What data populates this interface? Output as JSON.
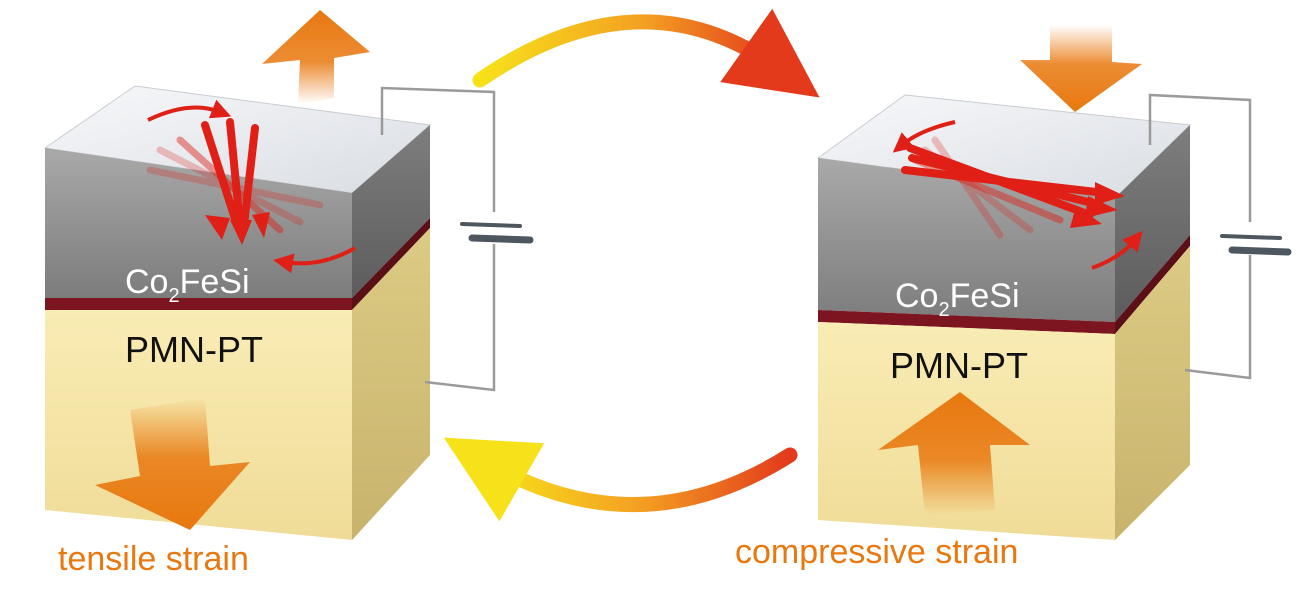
{
  "colors": {
    "accent_orange": "#e8780f",
    "spin_red": "#e01f16",
    "ferromagnet_gray": "#8e8e8e",
    "substrate_yellow": "#f4e6a6",
    "interlayer_maroon": "#7c1520",
    "circuit_wire": "#9a9a9a"
  },
  "left_sample": {
    "film_label_base": "Co",
    "film_label_sub": "2",
    "film_label_rest": "FeSi",
    "substrate_label": "PMN-PT",
    "strain_caption": "tensile strain",
    "strain_arrow_icon": "outward-double-arrow-icon"
  },
  "right_sample": {
    "film_label_base": "Co",
    "film_label_sub": "2",
    "film_label_rest": "FeSi",
    "substrate_label": "PMN-PT",
    "strain_caption": "compressive strain",
    "strain_arrow_icon": "inward-double-arrow-icon"
  },
  "cycle_arrows_icon": "reversible-cycle-arrows-icon",
  "spin_icon": "magnetization-arrow-icon",
  "battery_icon": "battery-symbol-icon"
}
